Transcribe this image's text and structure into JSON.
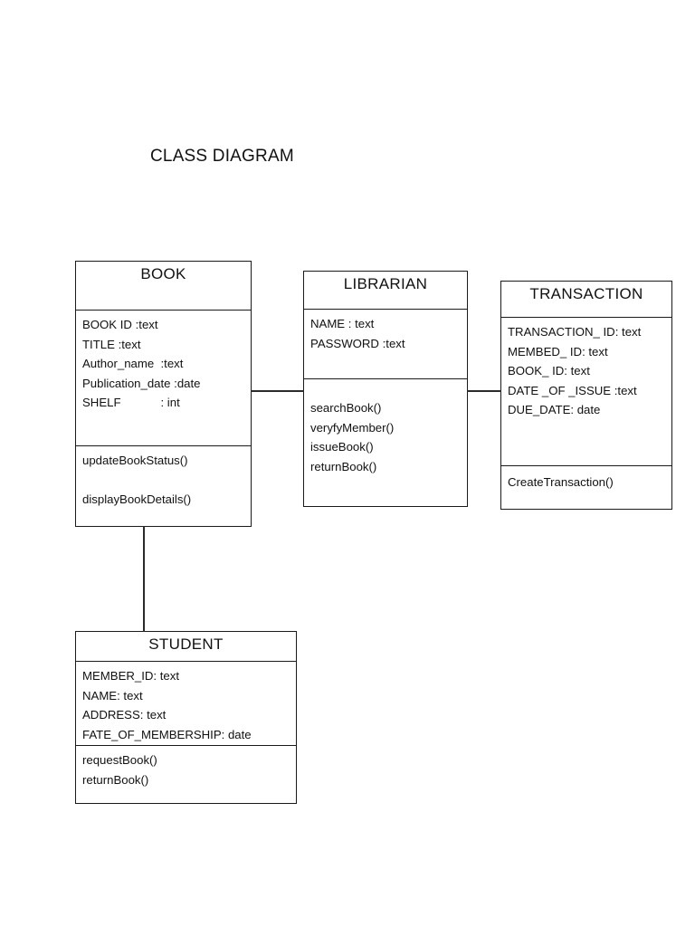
{
  "page": {
    "title": "CLASS DIAGRAM",
    "background": "#ffffff",
    "line_color": "#1a1a1a"
  },
  "classes": {
    "book": {
      "name": "BOOK",
      "attributes": [
        "BOOK ID :text",
        "TITLE :text",
        "Author_name  :text",
        "Publication_date :date",
        "SHELF            : int"
      ],
      "operations": [
        "updateBookStatus()",
        "displayBookDetails()"
      ]
    },
    "librarian": {
      "name": "LIBRARIAN",
      "attributes": [
        "NAME : text",
        "PASSWORD :text"
      ],
      "operations": [
        "searchBook()",
        "veryfyMember()",
        "issueBook()",
        "returnBook()"
      ]
    },
    "transaction": {
      "name": "TRANSACTION",
      "attributes": [
        "TRANSACTION_ ID: text",
        "MEMBED_ ID: text",
        "BOOK_ ID: text",
        "DATE _OF _ISSUE :text",
        "DUE_DATE: date"
      ],
      "operations": [
        "CreateTransaction()"
      ]
    },
    "student": {
      "name": "STUDENT",
      "attributes": [
        "MEMBER_ID: text",
        "NAME: text",
        "ADDRESS: text",
        "FATE_OF_MEMBERSHIP: date"
      ],
      "operations": [
        "requestBook()",
        "returnBook()"
      ]
    }
  },
  "associations": [
    {
      "name": "book-librarian",
      "from": "BOOK",
      "to": "LIBRARIAN",
      "orientation": "horizontal"
    },
    {
      "name": "librarian-transaction",
      "from": "LIBRARIAN",
      "to": "TRANSACTION",
      "orientation": "horizontal"
    },
    {
      "name": "book-student",
      "from": "BOOK",
      "to": "STUDENT",
      "orientation": "vertical"
    }
  ]
}
